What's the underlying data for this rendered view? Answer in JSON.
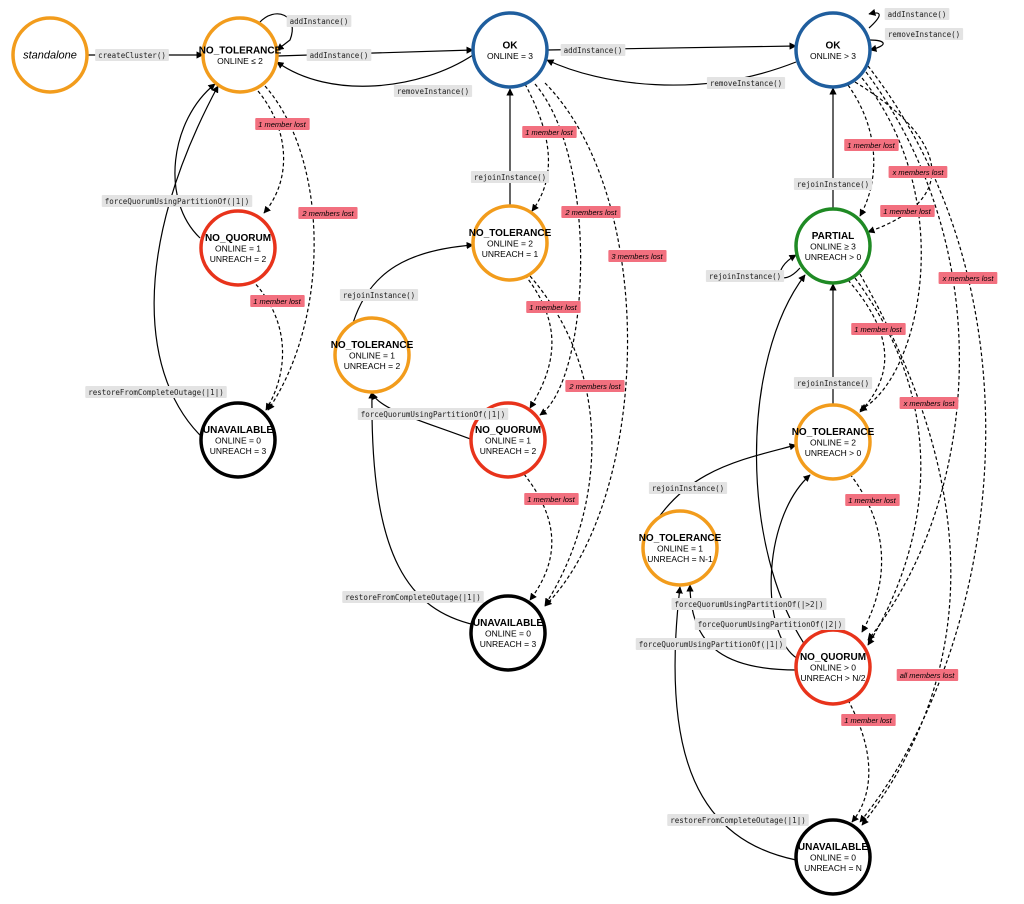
{
  "colors": {
    "orange": "#f29c1c",
    "blue": "#1f5e9e",
    "red": "#e8331b",
    "green": "#1f8a24",
    "black": "#000000",
    "transition_bg": "#e3e3e3",
    "lost_bg": "#f2707f"
  },
  "nodes": [
    {
      "id": "standalone",
      "title": "standalone",
      "lines": [],
      "color": "orange",
      "italic": true
    },
    {
      "id": "nt1",
      "title": "NO_TOLERANCE",
      "lines": [
        "ONLINE ≤ 2"
      ],
      "color": "orange"
    },
    {
      "id": "nq1",
      "title": "NO_QUORUM",
      "lines": [
        "ONLINE = 1",
        "UNREACH = 2"
      ],
      "color": "red"
    },
    {
      "id": "un1",
      "title": "UNAVAILABLE",
      "lines": [
        "ONLINE = 0",
        "UNREACH = 3"
      ],
      "color": "black"
    },
    {
      "id": "ok3",
      "title": "OK",
      "lines": [
        "ONLINE = 3"
      ],
      "color": "blue"
    },
    {
      "id": "nt2",
      "title": "NO_TOLERANCE",
      "lines": [
        "ONLINE = 2",
        "UNREACH = 1"
      ],
      "color": "orange"
    },
    {
      "id": "nt3",
      "title": "NO_TOLERANCE",
      "lines": [
        "ONLINE = 1",
        "UNREACH = 2"
      ],
      "color": "orange"
    },
    {
      "id": "nq2",
      "title": "NO_QUORUM",
      "lines": [
        "ONLINE = 1",
        "UNREACH = 2"
      ],
      "color": "red"
    },
    {
      "id": "un2",
      "title": "UNAVAILABLE",
      "lines": [
        "ONLINE = 0",
        "UNREACH = 3"
      ],
      "color": "black"
    },
    {
      "id": "okg",
      "title": "OK",
      "lines": [
        "ONLINE > 3"
      ],
      "color": "blue"
    },
    {
      "id": "partial",
      "title": "PARTIAL",
      "lines": [
        "ONLINE ≥ 3",
        "UNREACH > 0"
      ],
      "color": "green"
    },
    {
      "id": "nt4",
      "title": "NO_TOLERANCE",
      "lines": [
        "ONLINE = 2",
        "UNREACH > 0"
      ],
      "color": "orange"
    },
    {
      "id": "nt5",
      "title": "NO_TOLERANCE",
      "lines": [
        "ONLINE = 1",
        "UNREACH = N-1"
      ],
      "color": "orange"
    },
    {
      "id": "nq3",
      "title": "NO_QUORUM",
      "lines": [
        "ONLINE > 0",
        "UNREACH > N/2"
      ],
      "color": "red"
    },
    {
      "id": "un3",
      "title": "UNAVAILABLE",
      "lines": [
        "ONLINE = 0",
        "UNREACH = N"
      ],
      "color": "black"
    }
  ],
  "transitions": [
    "createCluster()",
    "addInstance()",
    "addInstance()",
    "addInstance()",
    "removeInstance()",
    "forceQuorumUsingPartitionOf(|1|)",
    "restoreFromCompleteOutage(|1|)",
    "rejoinInstance()",
    "rejoinInstance()",
    "forceQuorumUsingPartitionOf(|1|)",
    "restoreFromCompleteOutage(|1|)",
    "addInstance()",
    "removeInstance()",
    "removeInstance()",
    "rejoinInstance()",
    "rejoinInstance()",
    "rejoinInstance()",
    "rejoinInstance()",
    "forceQuorumUsingPartitionOf(|>2|)",
    "forceQuorumUsingPartitionOf(|2|)",
    "forceQuorumUsingPartitionOf(|1|)",
    "restoreFromCompleteOutage(|1|)"
  ],
  "failures": [
    "1 member lost",
    "2 members lost",
    "1 member lost",
    "1 member lost",
    "2 members lost",
    "3 members lost",
    "1 member lost",
    "2 members lost",
    "1 member lost",
    "1 member lost",
    "x members lost",
    "1 member lost",
    "x members lost",
    "1 member lost",
    "x members lost",
    "1 member lost",
    "all members lost",
    "1 member lost"
  ]
}
